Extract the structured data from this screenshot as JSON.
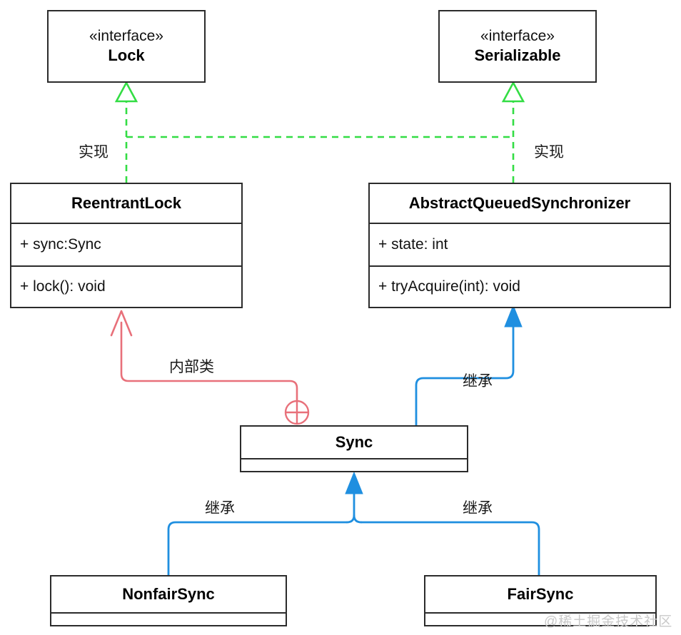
{
  "diagram": {
    "title": "ReentrantLock UML class diagram",
    "colors": {
      "box_border": "#2b2b2b",
      "background": "#ffffff",
      "realization_green": "#33dd44",
      "inner_class_red": "#e8707a",
      "inheritance_blue": "#1f8fe0",
      "text": "#111111",
      "watermark": "#c9c9c9"
    },
    "nodes": [
      {
        "id": "lock",
        "stereotype": "«interface»",
        "name": "Lock",
        "attributes": [],
        "methods": []
      },
      {
        "id": "serializable",
        "stereotype": "«interface»",
        "name": "Serializable",
        "attributes": [],
        "methods": []
      },
      {
        "id": "reentrantlock",
        "stereotype": "",
        "name": "ReentrantLock",
        "attributes": [
          "+ sync:Sync"
        ],
        "methods": [
          "+ lock(): void"
        ]
      },
      {
        "id": "aqs",
        "stereotype": "",
        "name": "AbstractQueuedSynchronizer",
        "attributes": [
          "+ state: int"
        ],
        "methods": [
          "+ tryAcquire(int): void"
        ]
      },
      {
        "id": "sync",
        "stereotype": "",
        "name": "Sync",
        "attributes": [],
        "methods": []
      },
      {
        "id": "nonfairsync",
        "stereotype": "",
        "name": "NonfairSync",
        "attributes": [],
        "methods": []
      },
      {
        "id": "fairsync",
        "stereotype": "",
        "name": "FairSync",
        "attributes": [],
        "methods": []
      }
    ],
    "edges": [
      {
        "id": "rl-implements-lock",
        "from": "ReentrantLock",
        "to": "Lock",
        "label": "实现",
        "kind": "realization",
        "style": "dashed",
        "color": "#33dd44",
        "arrowhead": "hollow-triangle"
      },
      {
        "id": "aqs-implements-serializable",
        "from": "AbstractQueuedSynchronizer",
        "to": "Serializable",
        "label": "实现",
        "kind": "realization",
        "style": "dashed",
        "color": "#33dd44",
        "arrowhead": "hollow-triangle"
      },
      {
        "id": "sync-inner-of-reentrantlock",
        "from": "Sync",
        "to": "ReentrantLock",
        "label": "内部类",
        "kind": "inner-class",
        "style": "solid",
        "color": "#e8707a",
        "arrowhead": "open-arrow"
      },
      {
        "id": "sync-extends-aqs",
        "from": "Sync",
        "to": "AbstractQueuedSynchronizer",
        "label": "继承",
        "kind": "inheritance",
        "style": "solid",
        "color": "#1f8fe0",
        "arrowhead": "filled-triangle"
      },
      {
        "id": "nonfairsync-extends-sync",
        "from": "NonfairSync",
        "to": "Sync",
        "label": "继承",
        "kind": "inheritance",
        "style": "solid",
        "color": "#1f8fe0",
        "arrowhead": "filled-triangle"
      },
      {
        "id": "fairsync-extends-sync",
        "from": "FairSync",
        "to": "Sync",
        "label": "继承",
        "kind": "inheritance",
        "style": "solid",
        "color": "#1f8fe0",
        "arrowhead": "filled-triangle"
      }
    ],
    "labels": {
      "implements_left": "实现",
      "implements_right": "实现",
      "inner_class": "内部类",
      "extends_aqs": "继承",
      "extends_sync_left": "继承",
      "extends_sync_right": "继承"
    },
    "watermark": "@稀土掘金技术社区"
  }
}
